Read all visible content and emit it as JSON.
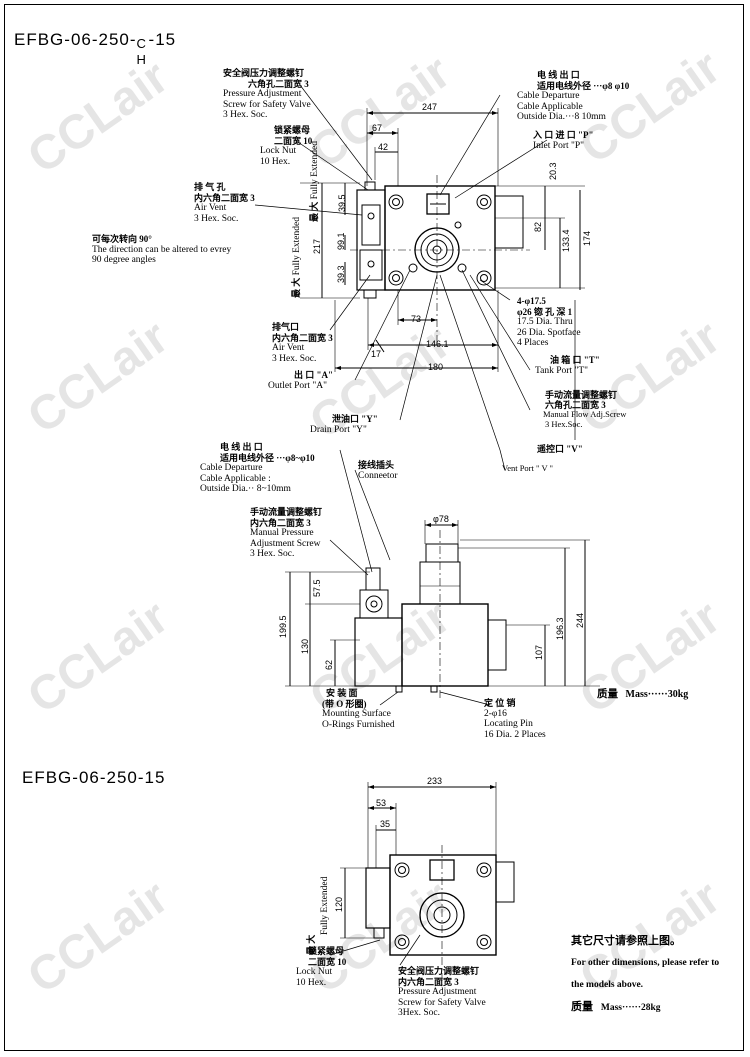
{
  "top": {
    "model_prefix": "EFBG-06-250-",
    "model_top": "C",
    "model_bottom": "H",
    "model_suffix": "-15",
    "labels": {
      "safety_zh1": "安全阀压力调整螺钉",
      "safety_zh2": "六角孔二面宽 3",
      "safety_en": [
        "Pressure Adjustment",
        "Screw for Safety Valve",
        "3 Hex. Soc."
      ],
      "cable_zh1": "电 线 出 口",
      "cable_zh2": "适用电线外径 ···φ8  φ10",
      "cable_en": [
        "Cable Departure",
        "Cable Applicable",
        "Outside Dia.···8  10mm"
      ],
      "locknut_zh1": "锁紧螺母",
      "locknut_zh2": "二面宽 10",
      "locknut_en": [
        "Lock Nut",
        "10 Hex."
      ],
      "inlet_zh": "入 口  进 口 \"P\"",
      "inlet_en": "Inlet Port \"P\"",
      "airvent_zh1": "排 气 孔",
      "airvent_zh2": "内六角二面宽 3",
      "airvent_en": [
        "Air Vent",
        "3 Hex. Soc."
      ],
      "direction_zh": "可每次转向 90°",
      "direction_en": [
        "The direction can be altered to evrey",
        "90 degree angles"
      ],
      "holes_zh1": "4-φ17.5",
      "holes_zh2": "φ26 锪 孔 深 1",
      "holes_en": [
        "17.5 Dia. Thru",
        "26 Dia. Spotface",
        "4 Places"
      ],
      "airvent2_zh1": "排气口",
      "airvent2_zh2": "内六角二面宽 3",
      "airvent2_en": [
        "Air Vent",
        "3 Hex. Soc."
      ],
      "tank_zh": "油 箱 口  \"T\"",
      "tank_en": "Tank Port \"T\"",
      "outlet_zh": "出 口 \"A\"",
      "outlet_en": "Outlet Port \"A\"",
      "flow_zh1": "手动流量调整螺钉",
      "flow_zh2": "六角孔二面宽 3",
      "flow_en": [
        "Manual    Flow Adj.Screw",
        "3 Hex.Soc."
      ],
      "drain_zh": "泄油口 \"Y\"",
      "drain_en": "Drain Port \"Y\"",
      "vent_zh": "遥控口 \"V\"",
      "vent_en": "Vent Port  \" V \"",
      "fully_zh": "最 大",
      "fully_en": "Fully Extended"
    },
    "dims": [
      "247",
      "67",
      "42",
      "39.5",
      "217",
      "99.1",
      "39.3",
      "20.3",
      "82",
      "133.4",
      "174",
      "73",
      "146.1",
      "180",
      "17"
    ]
  },
  "middle": {
    "labels": {
      "cable_zh1": "电 线 出 口",
      "cable_zh2": "适用电线外径 ···φ8~φ10",
      "cable_en": [
        "Cable Departure",
        "Cable Applicable :",
        "Outside Dia.·· 8~10mm"
      ],
      "connector_zh": "接线插头",
      "connector_en": "Conneetor",
      "manual_zh1": "手动流量调整螺钉",
      "manual_zh2": "内六角二面宽 3",
      "manual_en": [
        "Manual Pressure",
        "Adjustment Screw",
        "3 Hex. Soc."
      ],
      "mount_zh1": "安 装 面",
      "mount_zh2": "(带 O 形圈)",
      "mount_en": [
        "Mounting Surface",
        "O-Rings Furnished"
      ],
      "pin_zh": "定 位 销",
      "pin_en": [
        "2-φ16",
        "Locating Pin",
        "16 Dia. 2 Places"
      ],
      "mass_zh": "质量",
      "mass_en": "Mass······30kg"
    },
    "dims": [
      "φ78",
      "57.5",
      "199.5",
      "130",
      "62",
      "107",
      "196.3",
      "244"
    ]
  },
  "bottom": {
    "model": "EFBG-06-250-15",
    "labels": {
      "fully_zh": "最 大",
      "fully_en": "Fully Extended",
      "locknut_zh1": "锁紧螺母",
      "locknut_zh2": "二面宽 10",
      "locknut_en": [
        "Lock Nut",
        "10 Hex."
      ],
      "safety_zh1": "安全阀压力调整螺钉",
      "safety_zh2": "内六角二面宽 3",
      "safety_en": [
        "Pressure Adjustment",
        "Screw for Safety Valve",
        "3Hex. Soc."
      ]
    },
    "dims": [
      "233",
      "53",
      "35",
      "120"
    ],
    "note_zh": "其它尺寸请参照上图。",
    "note_en": "For other dimensions, please refer to",
    "note_en2": "the models above.",
    "mass_zh": "质量",
    "mass_en": "Mass······28kg"
  },
  "watermark": "CCLair"
}
